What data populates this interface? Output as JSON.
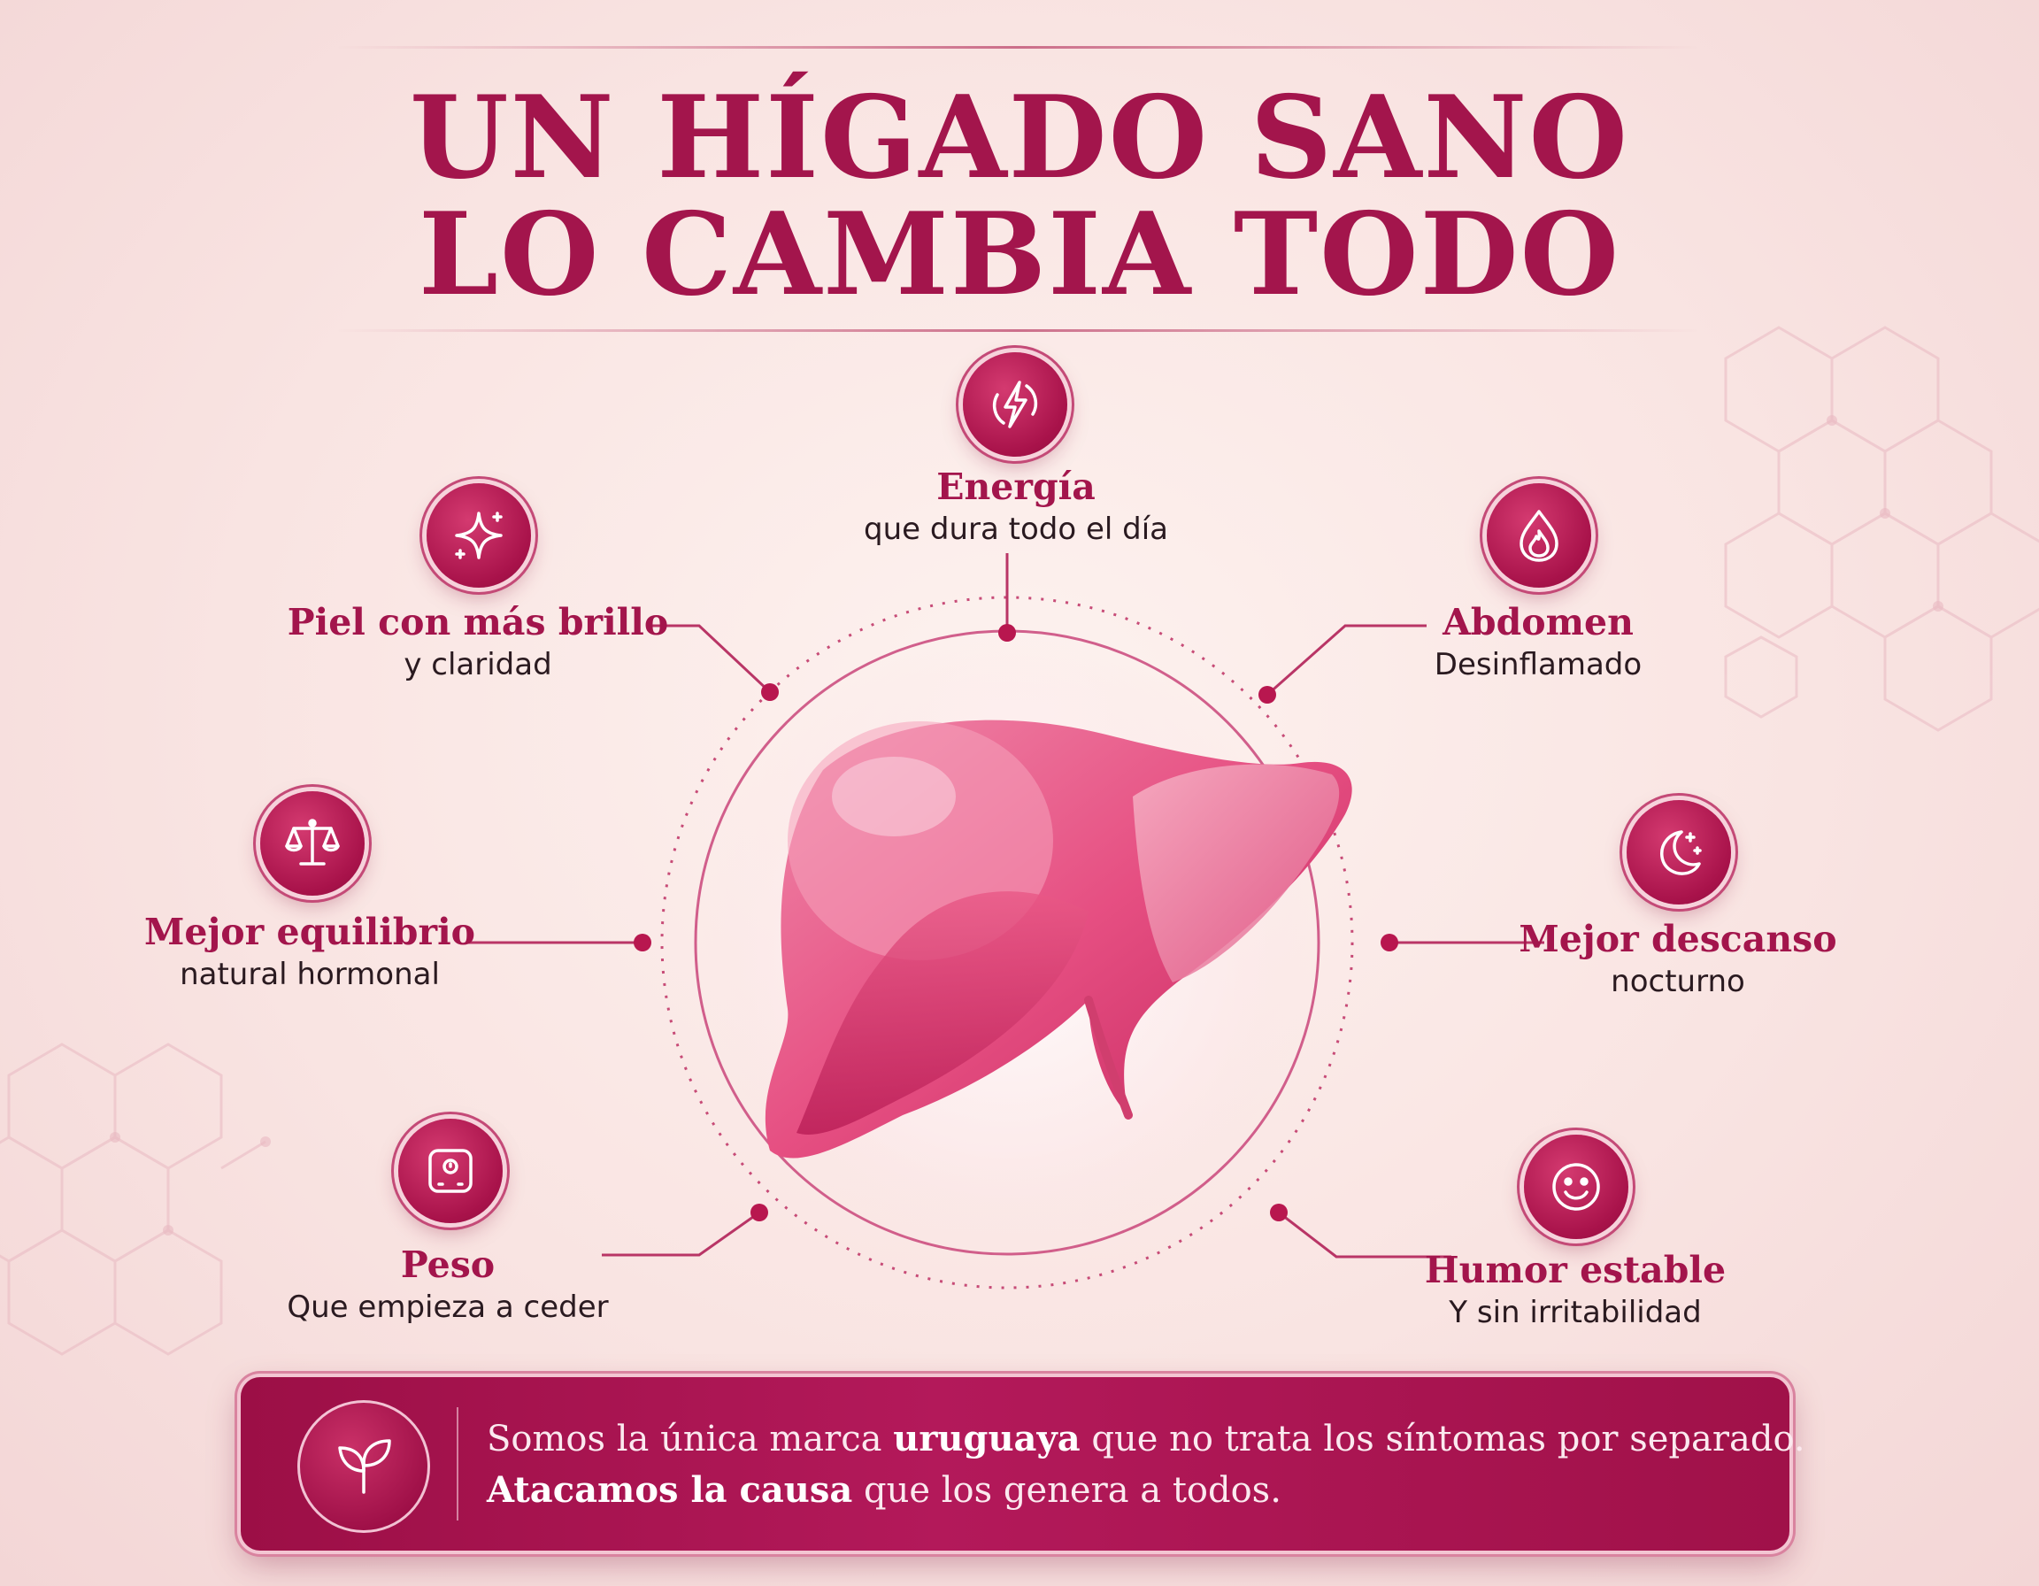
{
  "header": {
    "title_line1": "UN HÍGADO SANO",
    "title_line2": "LO CAMBIA TODO"
  },
  "benefits": {
    "energia": {
      "title": "Energía",
      "subtitle": "que dura todo el día",
      "icon": "lightning-bolt-icon"
    },
    "piel": {
      "title": "Piel con más brillo",
      "subtitle": "y claridad",
      "icon": "sparkle-star-icon"
    },
    "abdomen": {
      "title": "Abdomen",
      "subtitle": "Desinflamado",
      "icon": "flame-drop-icon"
    },
    "equilibrio": {
      "title": "Mejor equilibrio",
      "subtitle": "natural hormonal",
      "icon": "balance-scale-icon"
    },
    "descanso": {
      "title": "Mejor descanso",
      "subtitle": "nocturno",
      "icon": "moon-stars-icon"
    },
    "peso": {
      "title": "Peso",
      "subtitle": "Que empieza a ceder",
      "icon": "weight-scale-icon"
    },
    "humor": {
      "title": "Humor estable",
      "subtitle": "Y sin irritabilidad",
      "icon": "smiley-face-icon"
    }
  },
  "banner": {
    "icon": "leaf-icon",
    "line1_pre": "Somos la única marca ",
    "line1_bold": "uruguaya",
    "line1_post": " que no trata los síntomas por separado.",
    "line2_bold": "Atacamos la causa",
    "line2_post": " que los genera a todos."
  },
  "colors": {
    "primary": "#a3154c",
    "background": "#f9e4e2",
    "banner": "#a01149"
  }
}
